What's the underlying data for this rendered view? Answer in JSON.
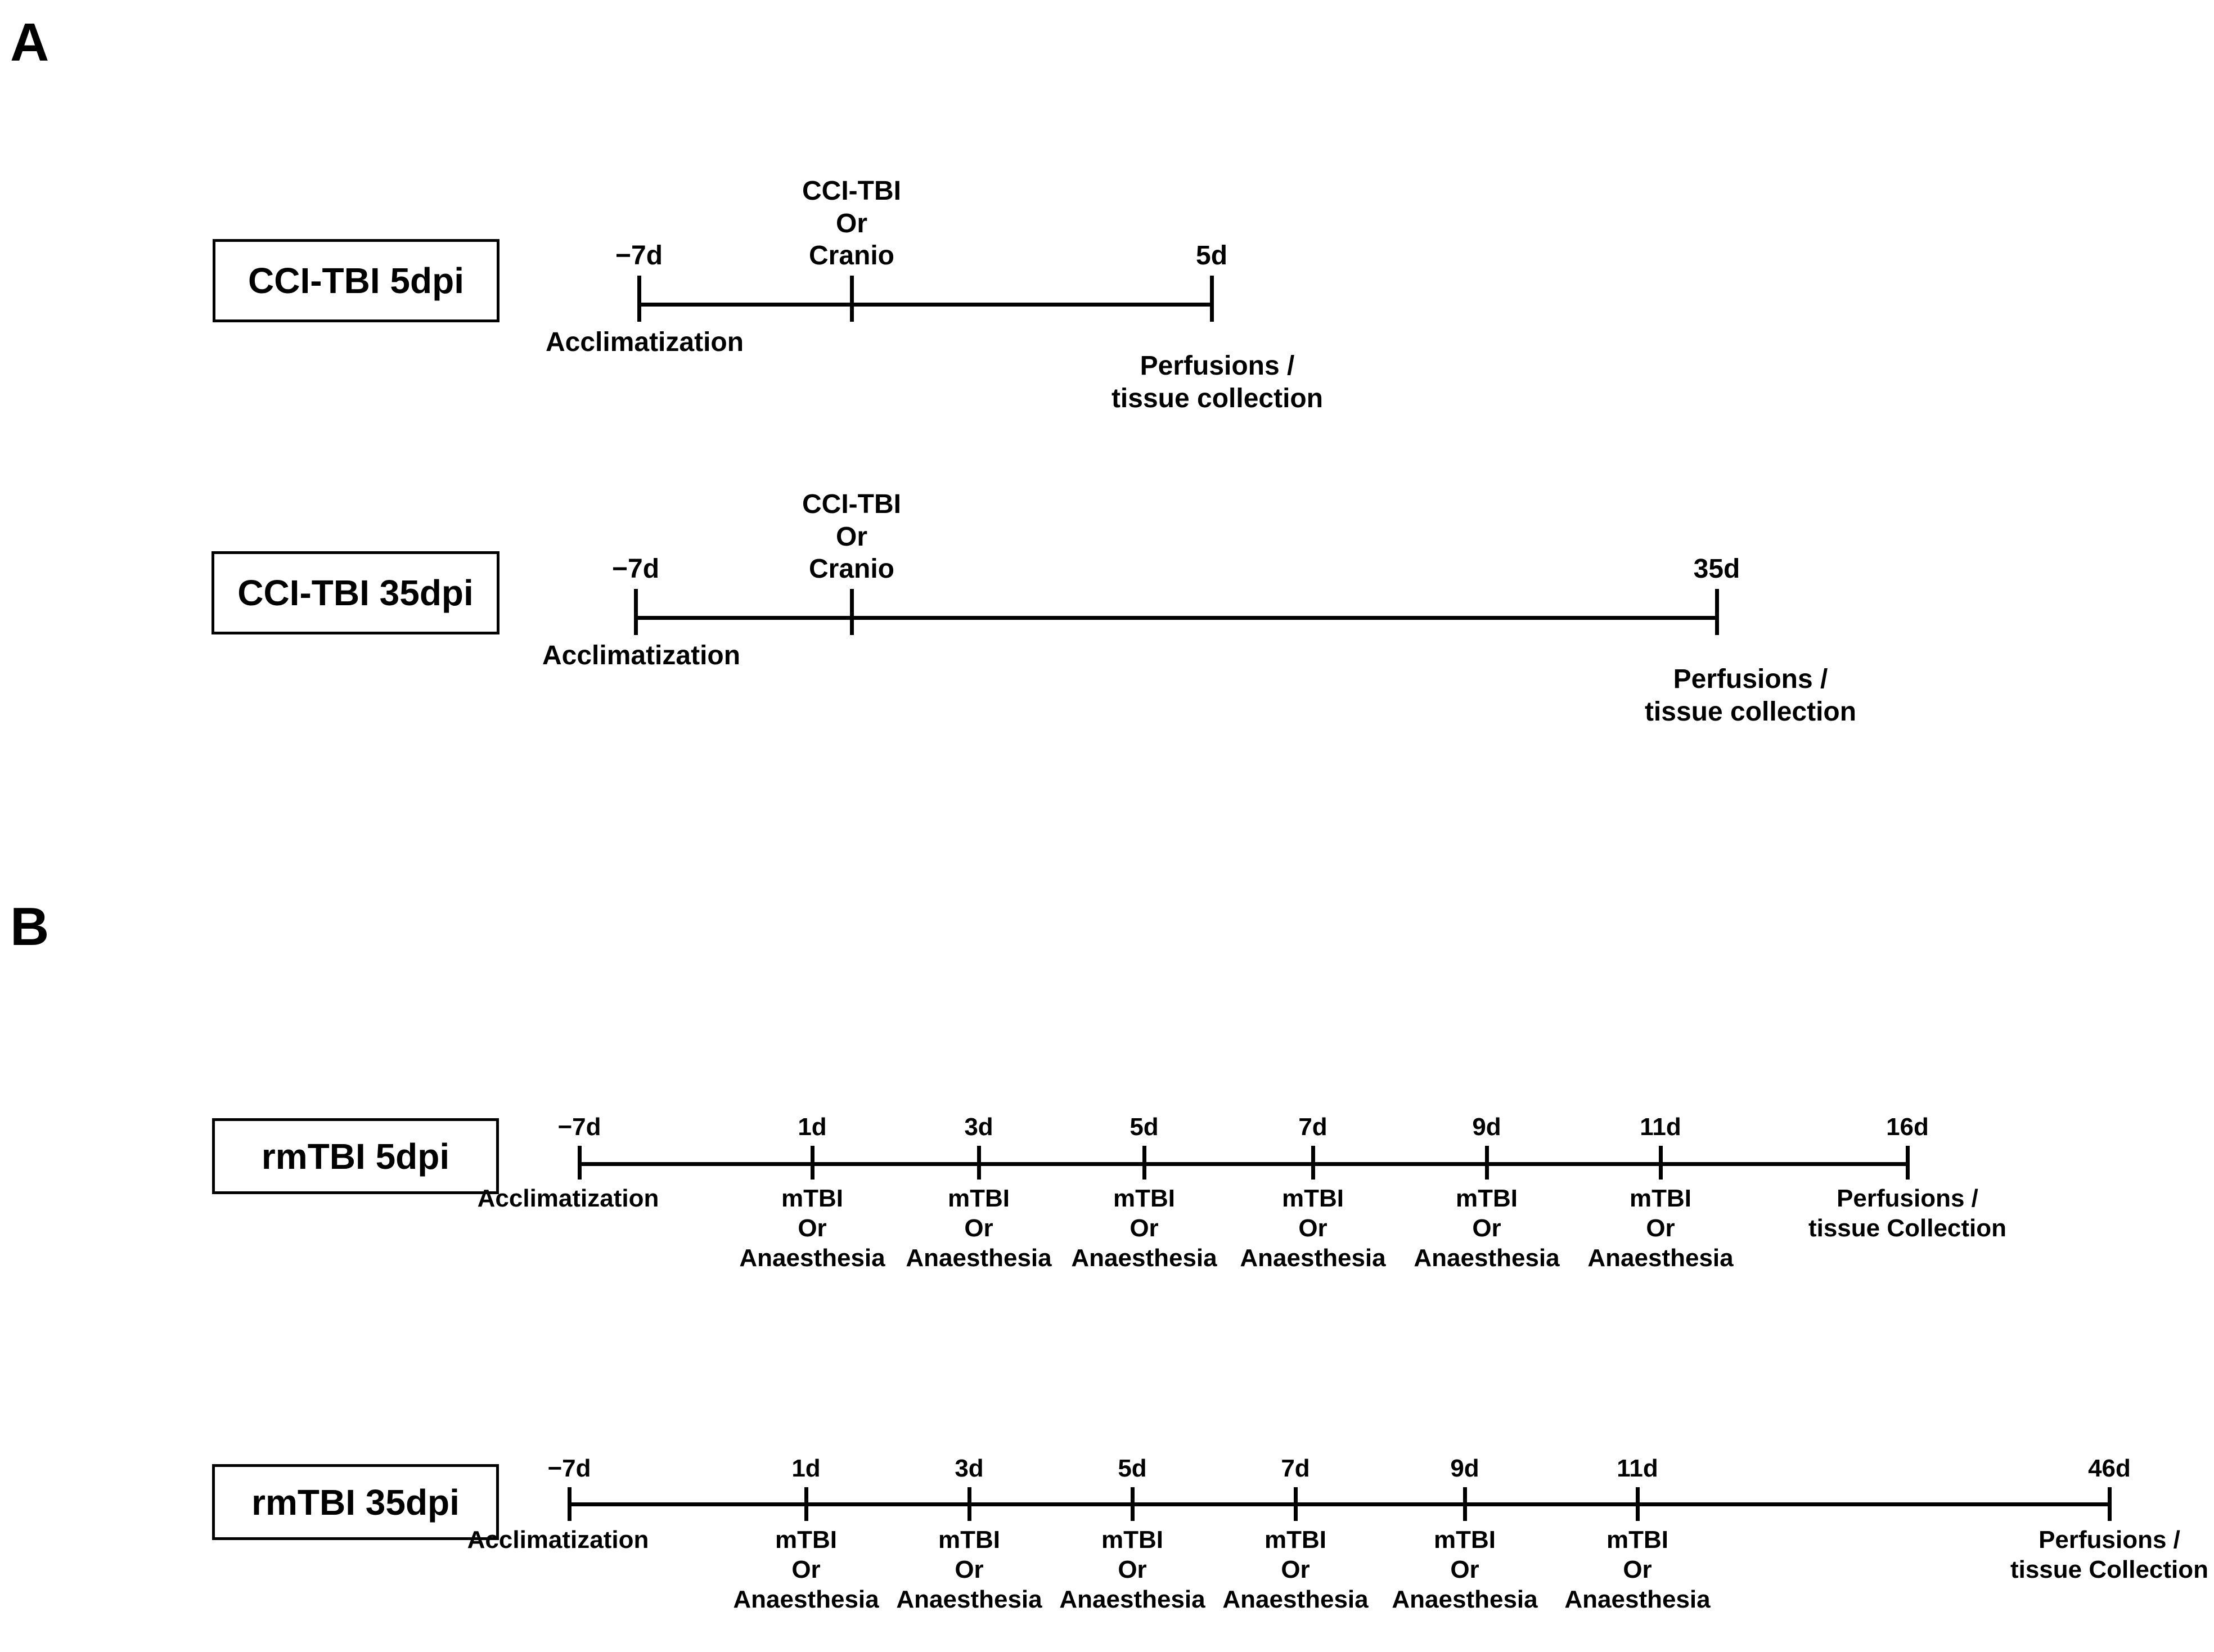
{
  "panels": [
    {
      "letter": "A",
      "timelines": [
        {
          "group": "CCI-TBI 5dpi",
          "ticks": [
            {
              "top": "−7d",
              "bottom": [
                "Acclimatization"
              ]
            },
            {
              "top_lines": [
                "CCI-TBI",
                "Or",
                "Cranio"
              ],
              "bottom": []
            },
            {
              "top": "5d",
              "bottom": [
                "Perfusions /",
                "tissue collection"
              ]
            }
          ]
        },
        {
          "group": "CCI-TBI 35dpi",
          "ticks": [
            {
              "top": "−7d",
              "bottom": [
                "Acclimatization"
              ]
            },
            {
              "top_lines": [
                "CCI-TBI",
                "Or",
                "Cranio"
              ],
              "bottom": []
            },
            {
              "top": "35d",
              "bottom": [
                "Perfusions /",
                "tissue collection"
              ]
            }
          ]
        }
      ]
    },
    {
      "letter": "B",
      "timelines": [
        {
          "group": "rmTBI 5dpi",
          "ticks": [
            {
              "top": "−7d",
              "bottom": [
                "Acclimatization"
              ]
            },
            {
              "top": "1d",
              "bottom": [
                "mTBI",
                "Or",
                "Anaesthesia"
              ]
            },
            {
              "top": "3d",
              "bottom": [
                "mTBI",
                "Or",
                "Anaesthesia"
              ]
            },
            {
              "top": "5d",
              "bottom": [
                "mTBI",
                "Or",
                "Anaesthesia"
              ]
            },
            {
              "top": "7d",
              "bottom": [
                "mTBI",
                "Or",
                "Anaesthesia"
              ]
            },
            {
              "top": "9d",
              "bottom": [
                "mTBI",
                "Or",
                "Anaesthesia"
              ]
            },
            {
              "top": "11d",
              "bottom": [
                "mTBI",
                "Or",
                "Anaesthesia"
              ]
            },
            {
              "top": "16d",
              "bottom": [
                "Perfusions /",
                "tissue Collection"
              ]
            }
          ]
        },
        {
          "group": "rmTBI 35dpi",
          "ticks": [
            {
              "top": "−7d",
              "bottom": [
                "Acclimatization"
              ]
            },
            {
              "top": "1d",
              "bottom": [
                "mTBI",
                "Or",
                "Anaesthesia"
              ]
            },
            {
              "top": "3d",
              "bottom": [
                "mTBI",
                "Or",
                "Anaesthesia"
              ]
            },
            {
              "top": "5d",
              "bottom": [
                "mTBI",
                "Or",
                "Anaesthesia"
              ]
            },
            {
              "top": "7d",
              "bottom": [
                "mTBI",
                "Or",
                "Anaesthesia"
              ]
            },
            {
              "top": "9d",
              "bottom": [
                "mTBI",
                "Or",
                "Anaesthesia"
              ]
            },
            {
              "top": "11d",
              "bottom": [
                "mTBI",
                "Or",
                "Anaesthesia"
              ]
            },
            {
              "top": "46d",
              "bottom": [
                "Perfusions /",
                "tissue Collection"
              ]
            }
          ]
        }
      ]
    }
  ]
}
